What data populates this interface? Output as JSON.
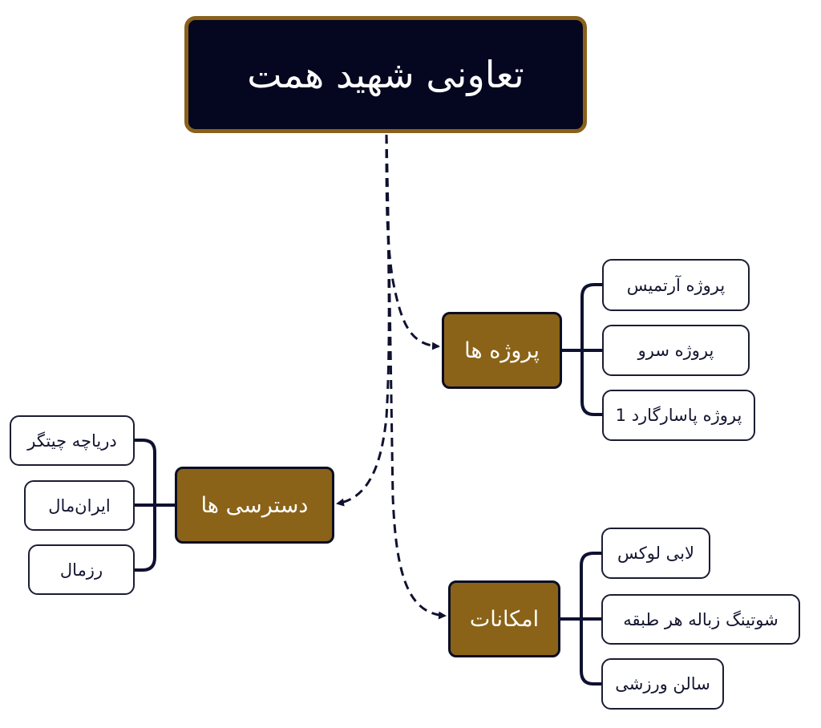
{
  "root": {
    "title": "تعاونی شهید همت"
  },
  "branches": {
    "projects": {
      "label": "پروژه ها",
      "items": [
        "پروژه آرتمیس",
        "پروژه سرو",
        "پروژه پاسارگارد 1"
      ]
    },
    "access": {
      "label": "دسترسی ها",
      "items": [
        "دریاچه چیتگر",
        "ایران‌مال",
        "رزمال"
      ]
    },
    "amenities": {
      "label": "امکانات",
      "items": [
        "لابی لوکس",
        "شوتینگ زباله هر طبقه",
        "سالن ورزشی"
      ]
    }
  },
  "colors": {
    "root_fill": "#05061f",
    "root_border": "#8a611b",
    "branch_fill": "#8a6318",
    "branch_border": "#0b0d24",
    "connector": "#0f1130",
    "leaf_border": "#1b1d33"
  }
}
